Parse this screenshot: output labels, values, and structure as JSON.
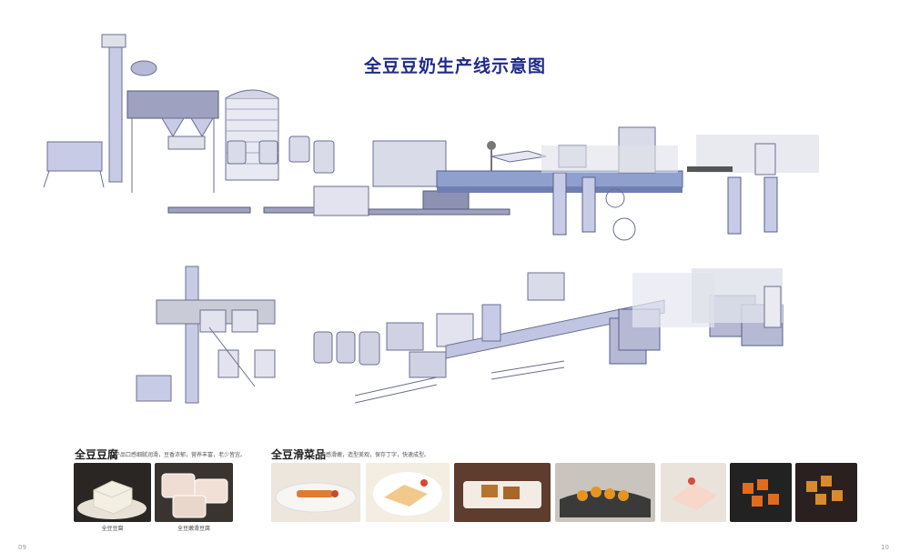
{
  "title": "全豆豆奶生产线示意图",
  "products": {
    "tofu": {
      "heading": "全豆豆腐",
      "desc": "产品口感细腻润滑，豆香浓郁，营养丰富，老少皆宜。",
      "photos": [
        {
          "caption": "全豆豆腐"
        },
        {
          "caption": "全豆嫩滑豆腐"
        }
      ]
    },
    "dishes": {
      "heading": "全豆滑菜品",
      "desc": "口感滑嫩，造型美观，保存丁字，快速成型。"
    }
  },
  "page_numbers": {
    "left": "09",
    "right": "10"
  },
  "colors": {
    "title": "#1f2a8a",
    "machine": "#c8cbe6",
    "frame": "#6b6f8f",
    "panel": "#dfe1ea"
  }
}
